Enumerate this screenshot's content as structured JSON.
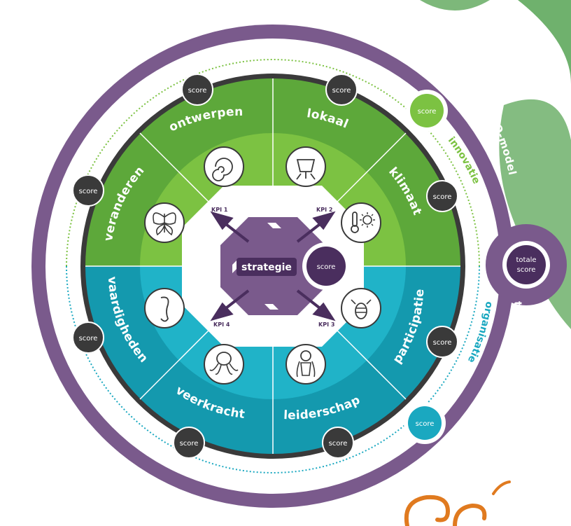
{
  "diagram": {
    "center_label": "strategie",
    "center_score": "score",
    "kpis": [
      "KPI 1",
      "KPI 2",
      "KPI 3",
      "KPI 4"
    ],
    "outer_segments": {
      "ontwerpen": "ontwerpen",
      "lokaal": "lokaal",
      "klimaat": "klimaat",
      "veranderen": "veranderen",
      "vaardigheden": "vaardigheden",
      "veerkracht": "veerkracht",
      "leiderschap": "leiderschap",
      "participatie": "participatie"
    },
    "outer_ring": {
      "model": "FPO-model",
      "total": "totaalscore"
    },
    "arcs": {
      "innovatie": "innovatie",
      "organisatie": "organisatie"
    },
    "score_badge": "score",
    "total_badge_line1": "totale",
    "total_badge_line2": "score",
    "icons": {
      "ontwerpen": "nautilus-shell-icon",
      "lokaal": "cicada-insect-icon",
      "klimaat": "thermometer-sun-icon",
      "veranderen": "butterfly-icon",
      "vaardigheden": "seahorse-icon",
      "veerkracht": "octopus-icon",
      "leiderschap": "gorilla-icon",
      "participatie": "bee-icon"
    },
    "colors": {
      "purple": "#7a5a8c",
      "dark_purple": "#4a2e5e",
      "green_dark": "#5da83a",
      "green_light": "#7cc242",
      "teal_dark": "#1499ae",
      "teal_light": "#20b3c8",
      "score_dark": "#3a3a3a",
      "leaf": "#6fb06b",
      "logo": "#e07a1f"
    }
  }
}
